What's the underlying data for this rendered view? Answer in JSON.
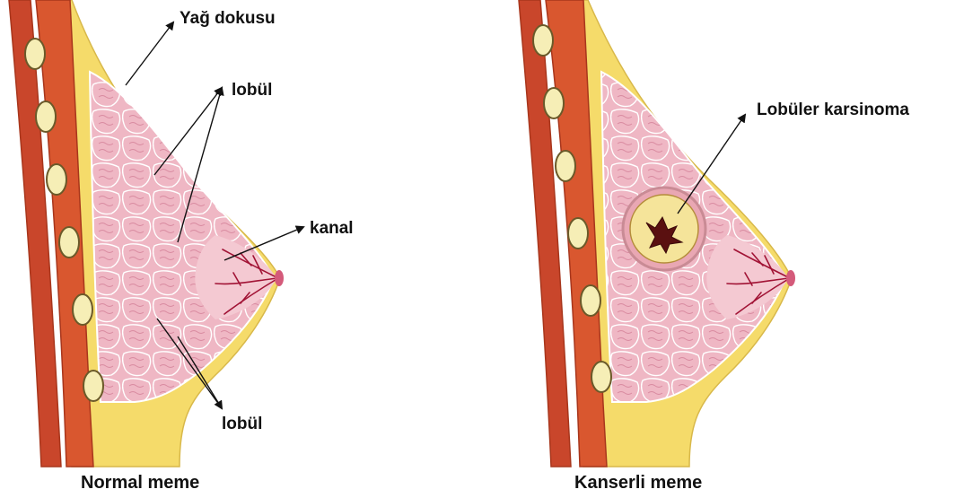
{
  "labels": {
    "fat": "Yağ dokusu",
    "lobule_top": "lobül",
    "duct": "kanal",
    "lobule_bottom": "lobül",
    "carcinoma": "Lobüler karsinoma"
  },
  "captions": {
    "normal": "Normal meme",
    "cancer": "Kanserli meme"
  },
  "colors": {
    "muscle": "#d9572f",
    "muscle_dark": "#a8361c",
    "fat": "#f5db6a",
    "tissue": "#efb7c4",
    "areola": "#f4c9d2",
    "lobule_line": "#ffffff",
    "duct": "#a11335",
    "rib_fill": "#f6eeb6",
    "tumor_fill": "#f5e49a",
    "tumor_ring": "#c98b95",
    "text": "#111111"
  }
}
